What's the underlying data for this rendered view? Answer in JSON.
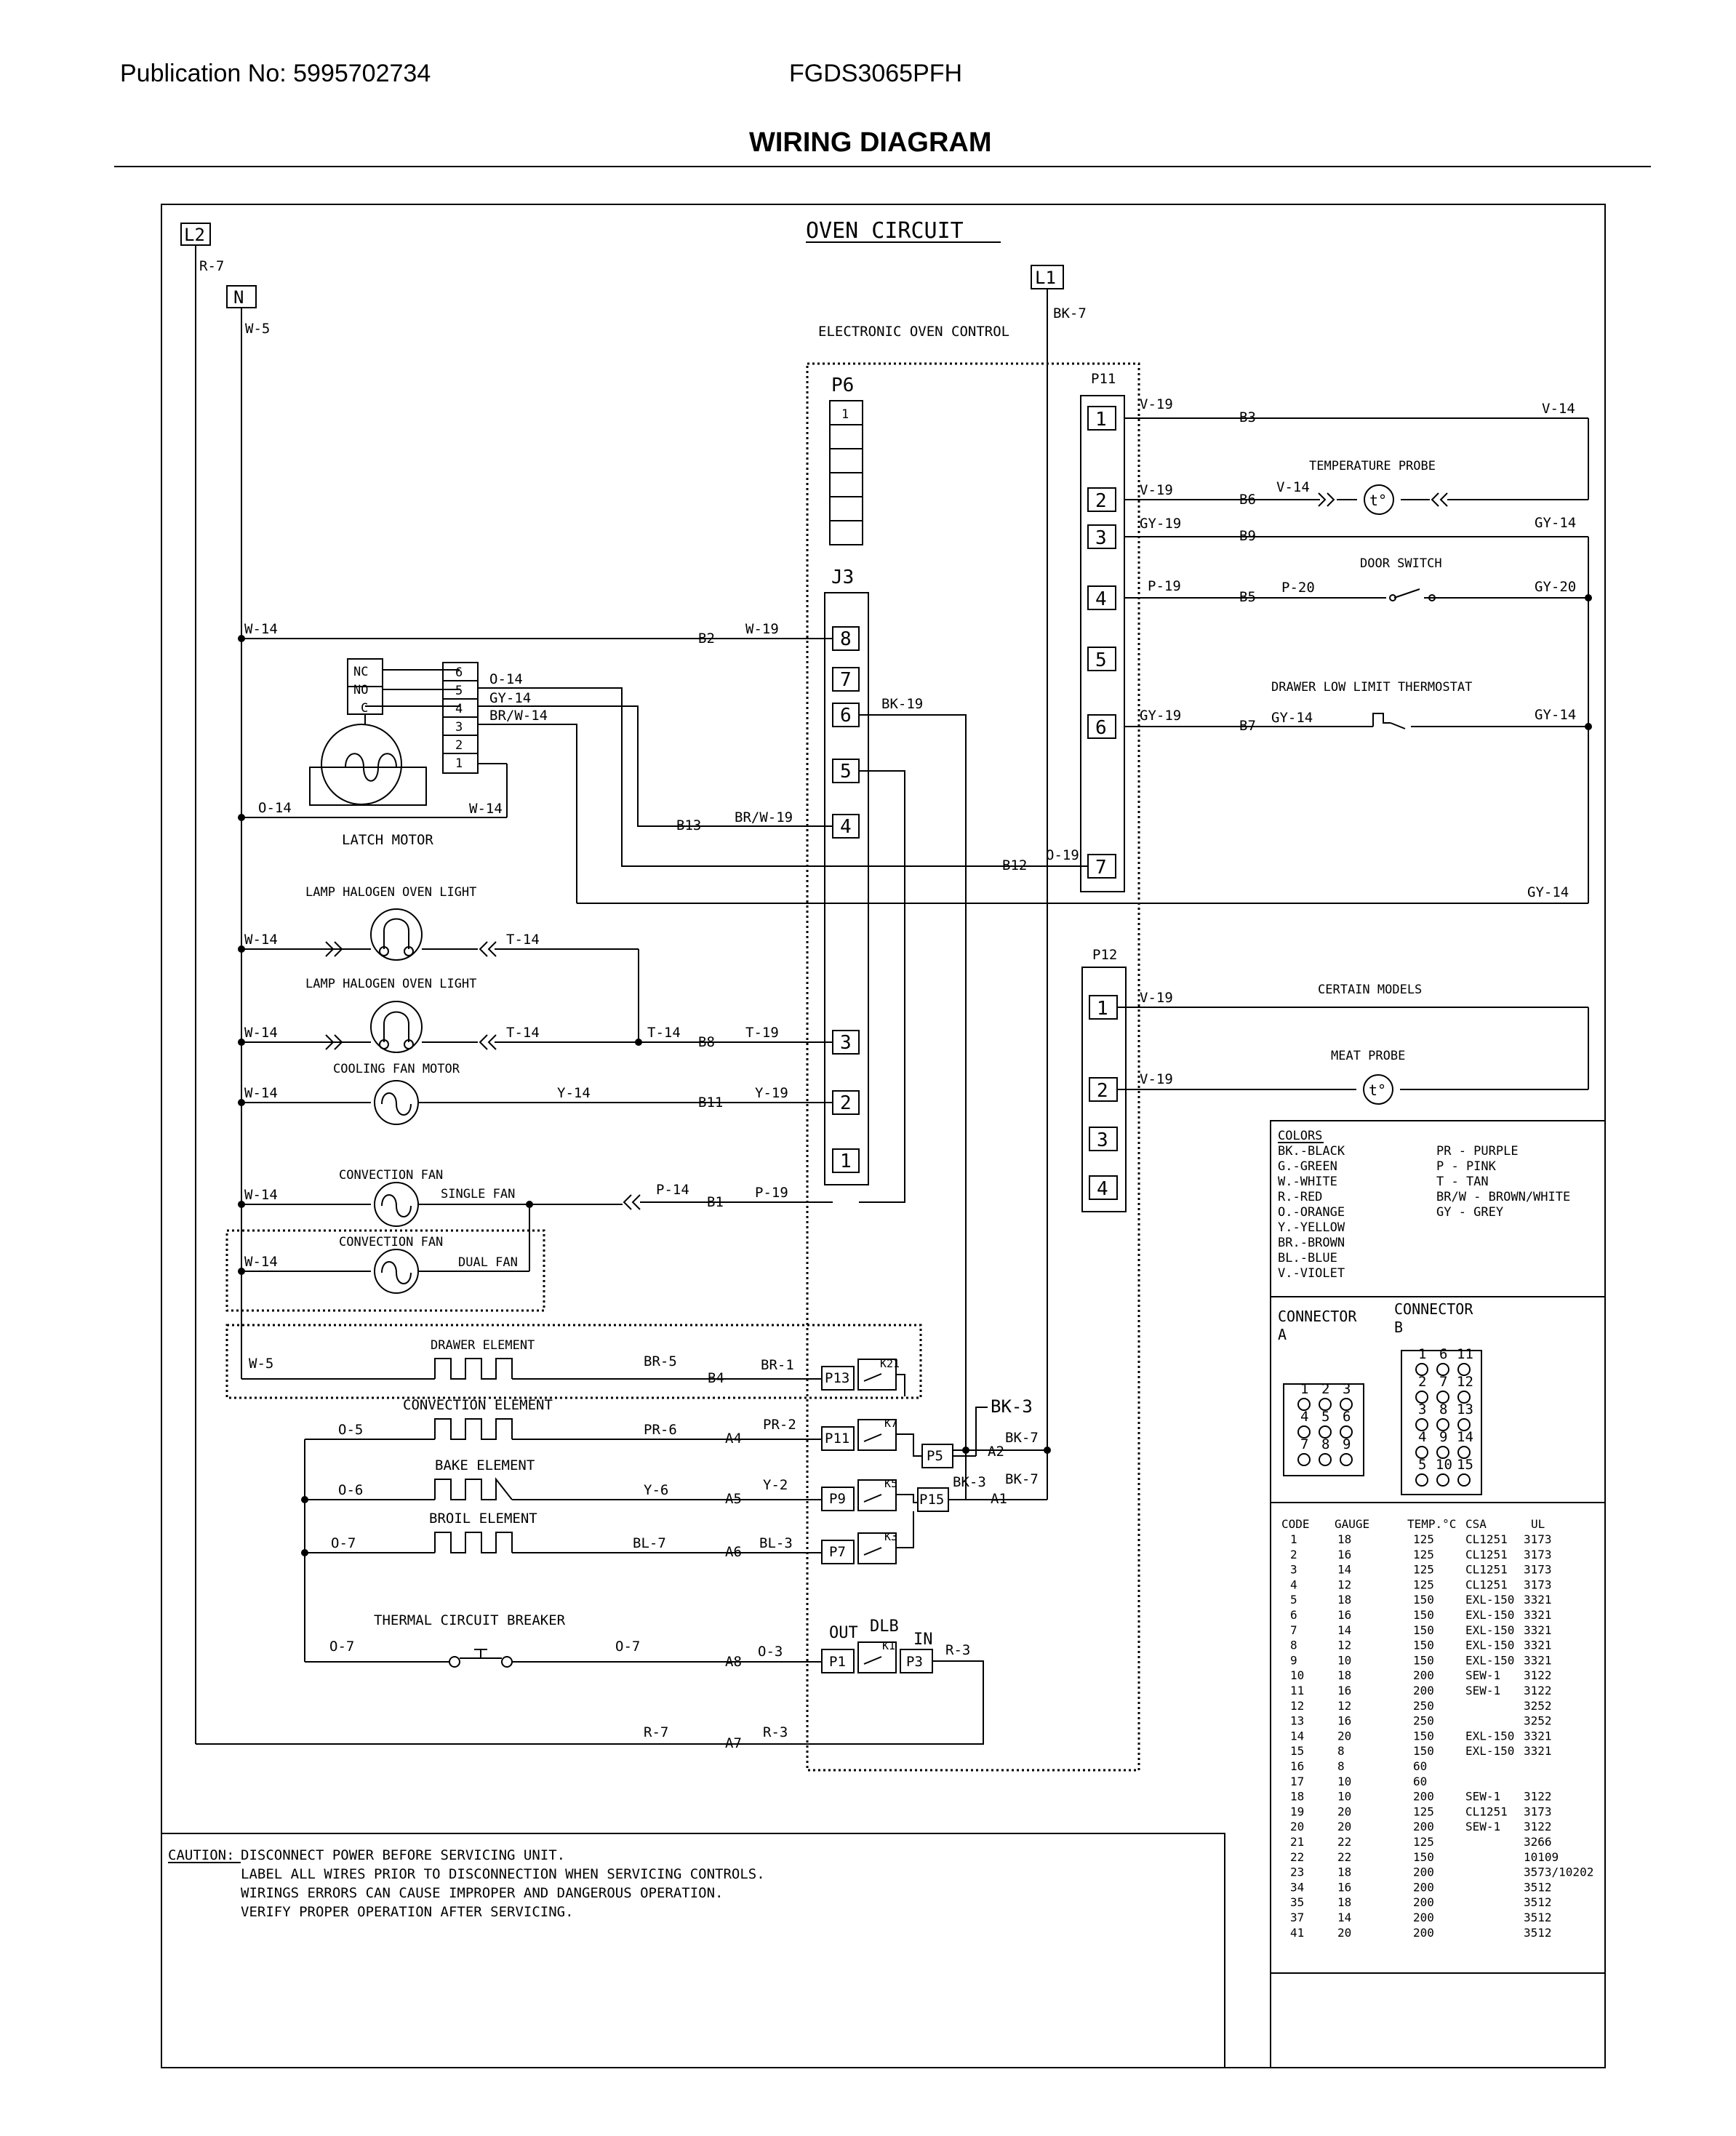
{
  "header": {
    "publication": "Publication No: 5995702734",
    "model": "FGDS3065PFH",
    "title": "WIRING DIAGRAM"
  },
  "diagram": {
    "circuit_title": "OVEN CIRCUIT",
    "control_title": "ELECTRONIC OVEN CONTROL",
    "terminals": {
      "l2": "L2",
      "n": "N",
      "l1": "L1"
    },
    "wires": {
      "r7": "R-7",
      "w5": "W-5",
      "bk7": "BK-7",
      "w14": "W-14",
      "v19": "V-19",
      "v14": "V-14",
      "gy19": "GY-19",
      "gy14": "GY-14",
      "p19": "P-19",
      "p20": "P-20",
      "gy20": "GY-20",
      "w19": "W-19",
      "bk19": "BK-19",
      "o14": "O-14",
      "brw14": "BR/W-14",
      "brw19": "BR/W-19",
      "o19": "O-19",
      "t14": "T-14",
      "t19": "T-19",
      "y14": "Y-14",
      "y19": "Y-19",
      "p14": "P-14",
      "br5": "BR-5",
      "br1": "BR-1",
      "bk3": "BK-3",
      "o5": "O-5",
      "pr6": "PR-6",
      "pr2": "PR-2",
      "o6": "O-6",
      "y6": "Y-6",
      "y2": "Y-2",
      "o7": "O-7",
      "bl7": "BL-7",
      "bl3": "BL-3",
      "o3": "O-3",
      "r3": "R-3"
    },
    "pins": {
      "b2": "B2",
      "b3": "B3",
      "b6": "B6",
      "b9": "B9",
      "b5": "B5",
      "b7": "B7",
      "b12": "B12",
      "b13": "B13",
      "b8": "B8",
      "b11": "B11",
      "b1": "B1",
      "b4": "B4",
      "a4": "A4",
      "a5": "A5",
      "a6": "A6",
      "a8": "A8",
      "a7": "A7",
      "a2": "A2",
      "a1": "A1"
    },
    "connectors": {
      "p6": "P6",
      "j3": "J3",
      "p11": "P11",
      "p12": "P12",
      "p13": "P13",
      "p11r": "P11",
      "p9": "P9",
      "p7": "P7",
      "p5": "P5",
      "p15": "P15",
      "p1": "P1",
      "p3": "P3",
      "out": "OUT",
      "dlb": "DLB",
      "in": "IN",
      "k21": "K21",
      "k7": "K7",
      "k5": "K5",
      "k3": "K3",
      "k1": "K1"
    },
    "components": {
      "temperature_probe": "TEMPERATURE PROBE",
      "door_switch": "DOOR SWITCH",
      "drawer_thermostat": "DRAWER LOW LIMIT THERMOSTAT",
      "certain_models": "CERTAIN MODELS",
      "meat_probe": "MEAT PROBE",
      "latch_motor": "LATCH MOTOR",
      "nc": "NC",
      "no": "NO",
      "c": "C",
      "lamp1": "LAMP HALOGEN OVEN LIGHT",
      "lamp2": "LAMP HALOGEN OVEN LIGHT",
      "cooling_fan": "COOLING FAN MOTOR",
      "conv_fan1": "CONVECTION FAN",
      "single_fan": "SINGLE FAN",
      "conv_fan2": "CONVECTION FAN",
      "dual_fan": "DUAL FAN",
      "drawer_element": "DRAWER ELEMENT",
      "convection_element": "CONVECTION ELEMENT",
      "bake_element": "BAKE ELEMENT",
      "broil_element": "BROIL ELEMENT",
      "thermal_breaker": "THERMAL CIRCUIT BREAKER",
      "t_symbol": "t°"
    }
  },
  "colors": {
    "title": "COLORS",
    "left": [
      "BK.-BLACK",
      "G.-GREEN",
      "W.-WHITE",
      "R.-RED",
      "O.-ORANGE",
      "Y.-YELLOW",
      "BR.-BROWN",
      "BL.-BLUE",
      "V.-VIOLET"
    ],
    "right": [
      "PR - PURPLE",
      "P - PINK",
      "T - TAN",
      "BR/W - BROWN/WHITE",
      "GY - GREY"
    ]
  },
  "connector_key": {
    "a_label_1": "CONNECTOR",
    "a_label_2": "A",
    "b_label_1": "CONNECTOR",
    "b_label_2": "B",
    "a_rows": [
      [
        "1",
        "2",
        "3"
      ],
      [
        "4",
        "5",
        "6"
      ],
      [
        "7",
        "8",
        "9"
      ]
    ],
    "b_rows": [
      [
        "1",
        "6",
        "11"
      ],
      [
        "2",
        "7",
        "12"
      ],
      [
        "3",
        "8",
        "13"
      ],
      [
        "4",
        "9",
        "14"
      ],
      [
        "5",
        "10",
        "15"
      ]
    ]
  },
  "wire_table": {
    "headers": [
      "CODE",
      "GAUGE",
      "TEMP.°C",
      "CSA",
      "UL"
    ],
    "rows": [
      [
        "1",
        "18",
        "125",
        "CL1251",
        "3173"
      ],
      [
        "2",
        "16",
        "125",
        "CL1251",
        "3173"
      ],
      [
        "3",
        "14",
        "125",
        "CL1251",
        "3173"
      ],
      [
        "4",
        "12",
        "125",
        "CL1251",
        "3173"
      ],
      [
        "5",
        "18",
        "150",
        "EXL-150",
        "3321"
      ],
      [
        "6",
        "16",
        "150",
        "EXL-150",
        "3321"
      ],
      [
        "7",
        "14",
        "150",
        "EXL-150",
        "3321"
      ],
      [
        "8",
        "12",
        "150",
        "EXL-150",
        "3321"
      ],
      [
        "9",
        "10",
        "150",
        "EXL-150",
        "3321"
      ],
      [
        "10",
        "18",
        "200",
        "SEW-1",
        "3122"
      ],
      [
        "11",
        "16",
        "200",
        "SEW-1",
        "3122"
      ],
      [
        "12",
        "12",
        "250",
        "",
        "3252"
      ],
      [
        "13",
        "16",
        "250",
        "",
        "3252"
      ],
      [
        "14",
        "20",
        "150",
        "EXL-150",
        "3321"
      ],
      [
        "15",
        "8",
        "150",
        "EXL-150",
        "3321"
      ],
      [
        "16",
        "8",
        "60",
        "",
        ""
      ],
      [
        "17",
        "10",
        "60",
        "",
        ""
      ],
      [
        "18",
        "10",
        "200",
        "SEW-1",
        "3122"
      ],
      [
        "19",
        "20",
        "125",
        "CL1251",
        "3173"
      ],
      [
        "20",
        "20",
        "200",
        "SEW-1",
        "3122"
      ],
      [
        "21",
        "22",
        "125",
        "",
        "3266"
      ],
      [
        "22",
        "22",
        "150",
        "",
        "10109"
      ],
      [
        "23",
        "18",
        "200",
        "",
        "3573/10202"
      ],
      [
        "34",
        "16",
        "200",
        "",
        "3512"
      ],
      [
        "35",
        "18",
        "200",
        "",
        "3512"
      ],
      [
        "37",
        "14",
        "200",
        "",
        "3512"
      ],
      [
        "41",
        "20",
        "200",
        "",
        "3512"
      ]
    ]
  },
  "caution": {
    "label": "CAUTION:",
    "line1": "DISCONNECT POWER BEFORE SERVICING UNIT.",
    "line2": "LABEL ALL WIRES PRIOR TO DISCONNECTION WHEN SERVICING CONTROLS.",
    "line3": "WIRINGS ERRORS CAN CAUSE IMPROPER AND DANGEROUS OPERATION.",
    "line4": "VERIFY PROPER OPERATION AFTER SERVICING."
  }
}
